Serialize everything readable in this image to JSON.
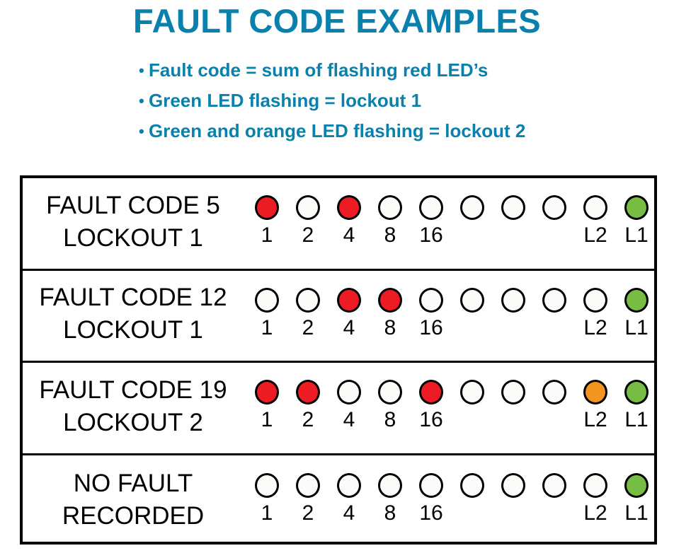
{
  "title": "FAULT CODE EXAMPLES",
  "colors": {
    "title_blue": "#0a80ac",
    "bullet_blue": "#0a80ac",
    "led_red": "#ed1c24",
    "led_green": "#77bc43",
    "led_orange": "#f3941f",
    "led_off": "#fbfbf9",
    "border_black": "#000000"
  },
  "bullets": [
    {
      "text": "Fault code = sum of flashing red LED’s"
    },
    {
      "text": "Green LED flashing = lockout 1"
    },
    {
      "text": "Green and orange LED flashing = lockout 2"
    }
  ],
  "led_captions": [
    "1",
    "2",
    "4",
    "8",
    "16",
    "",
    "",
    "",
    "L2",
    "L1"
  ],
  "rows": [
    {
      "line1": "FAULT CODE 5",
      "line2": "LOCKOUT 1",
      "leds": [
        "red",
        "off",
        "red",
        "off",
        "off",
        "off",
        "off",
        "off",
        "off",
        "green"
      ]
    },
    {
      "line1": "FAULT CODE 12",
      "line2": "LOCKOUT 1",
      "leds": [
        "off",
        "off",
        "red",
        "red",
        "off",
        "off",
        "off",
        "off",
        "off",
        "green"
      ]
    },
    {
      "line1": "FAULT CODE 19",
      "line2": "LOCKOUT 2",
      "leds": [
        "red",
        "red",
        "off",
        "off",
        "red",
        "off",
        "off",
        "off",
        "orange",
        "green"
      ]
    },
    {
      "line1": "NO FAULT",
      "line2": "RECORDED",
      "leds": [
        "off",
        "off",
        "off",
        "off",
        "off",
        "off",
        "off",
        "off",
        "off",
        "green"
      ]
    }
  ]
}
